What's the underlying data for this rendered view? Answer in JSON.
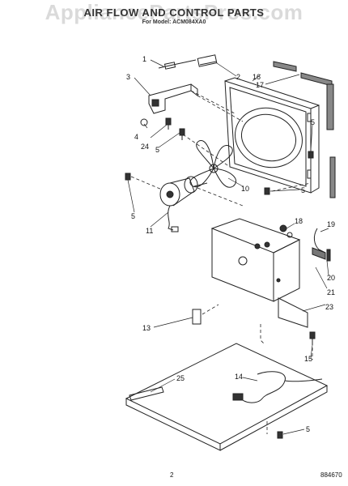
{
  "title": "AIR FLOW AND CONTROL PARTS",
  "subtitle": "For Model: ACM084XA0",
  "watermark": "AppliancePartsPros.com",
  "page_number": "2",
  "doc_number": "884670",
  "callouts": [
    "1",
    "2",
    "3",
    "4",
    "5",
    "5",
    "5",
    "5",
    "5",
    "10",
    "11",
    "13",
    "14",
    "15",
    "16",
    "17",
    "18",
    "19",
    "20",
    "21",
    "23",
    "24",
    "25"
  ]
}
